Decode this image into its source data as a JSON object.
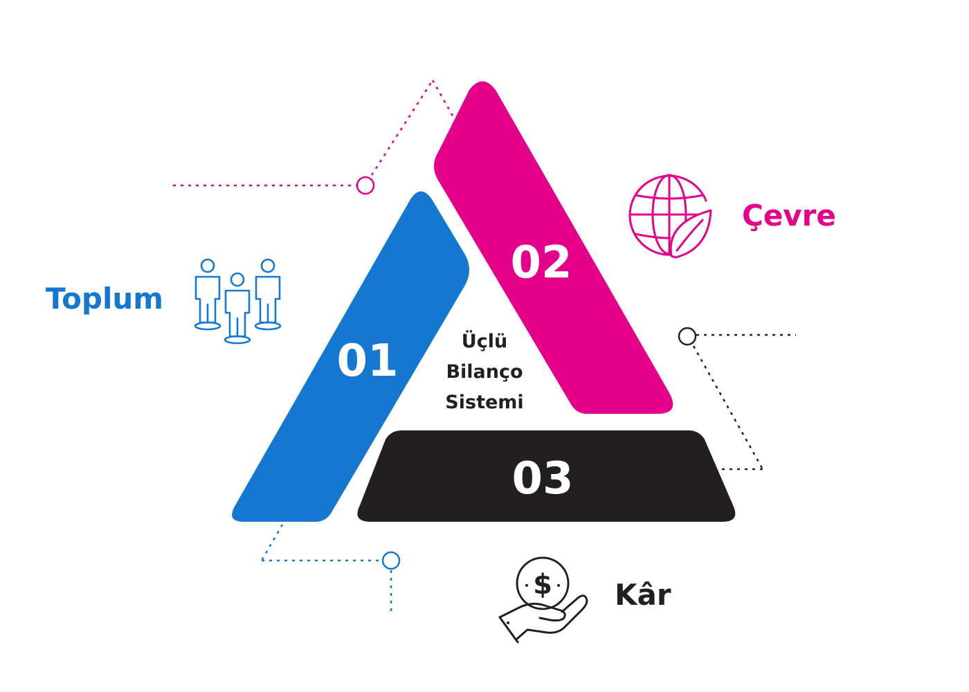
{
  "colors": {
    "society": "#1478d1",
    "environment": "#e5008a",
    "profit": "#231f20",
    "background": "#ffffff"
  },
  "center": {
    "line1": "Üçlü",
    "line2": "Bilanço",
    "line3": "Sistemi"
  },
  "segments": [
    {
      "number": "01",
      "label": "Toplum",
      "icon": "people-icon"
    },
    {
      "number": "02",
      "label": "Çevre",
      "icon": "globe-leaf-icon"
    },
    {
      "number": "03",
      "label": "Kâr",
      "icon": "money-hand-icon"
    }
  ]
}
